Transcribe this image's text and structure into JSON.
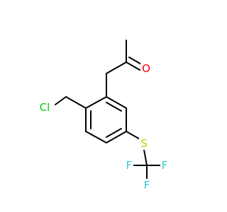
{
  "molecule": {
    "atoms": {
      "oxygen": {
        "label": "O",
        "color": "#ff0000"
      },
      "chlorine": {
        "label": "Cl",
        "color": "#00cc00"
      },
      "sulfur": {
        "label": "S",
        "color": "#cccc00"
      },
      "fluorine_left": {
        "label": "F",
        "color": "#33cccc"
      },
      "fluorine_right": {
        "label": "F",
        "color": "#33cccc"
      },
      "fluorine_bottom": {
        "label": "F",
        "color": "#33cccc"
      }
    },
    "colors": {
      "bond": "#000000",
      "background": "#ffffff"
    }
  }
}
